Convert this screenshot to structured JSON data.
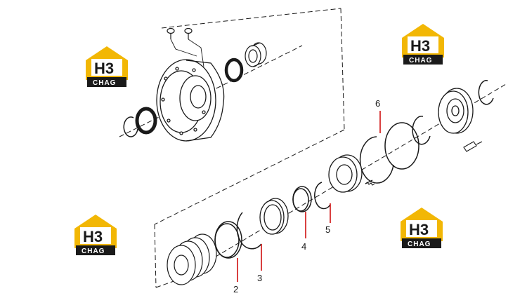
{
  "diagram": {
    "callouts": [
      {
        "id": "2",
        "label": "2"
      },
      {
        "id": "3",
        "label": "3"
      },
      {
        "id": "4",
        "label": "4"
      },
      {
        "id": "5",
        "label": "5"
      },
      {
        "id": "6",
        "label": "6"
      }
    ],
    "colors": {
      "outline": "#1a1a1a",
      "leader": "#cc0000",
      "logo_yellow": "#f2b705",
      "logo_dark": "#1a1a1a"
    }
  },
  "watermark": {
    "mark": "H3",
    "word": "CHAG"
  }
}
